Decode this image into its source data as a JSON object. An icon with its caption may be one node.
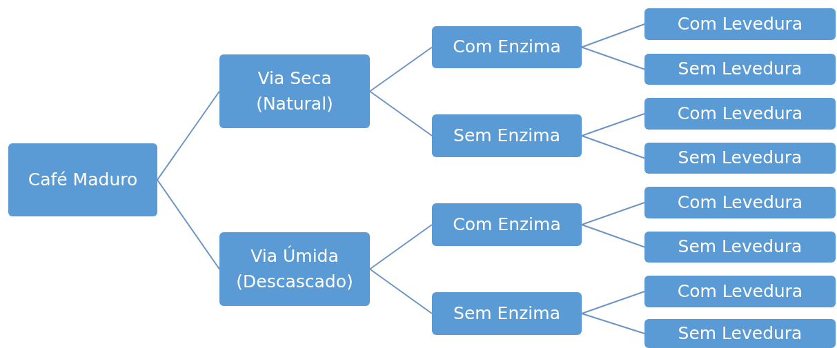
{
  "diagram": {
    "nodes": [
      {
        "text": [
          "Café Maduro"
        ]
      },
      {
        "text": [
          "Via Seca (Natural)"
        ]
      },
      {
        "text": [
          "Via Úmida (Descascado)"
        ]
      },
      {
        "text": [
          "Com Enzima"
        ]
      },
      {
        "text": [
          "Sem Enzima"
        ]
      },
      {
        "text": [
          "Com Enzima"
        ]
      },
      {
        "text": [
          "Sem Enzima"
        ]
      },
      {
        "text": [
          "Com Levedura"
        ]
      },
      {
        "text": [
          "Sem Levedura"
        ]
      },
      {
        "text": [
          "Com Levedura"
        ]
      },
      {
        "text": [
          "Sem Levedura"
        ]
      },
      {
        "text": [
          "Com Levedura"
        ]
      },
      {
        "text": [
          "Sem Levedura"
        ]
      },
      {
        "text": [
          "Com Levedura"
        ]
      },
      {
        "text": [
          "Sem Levedura"
        ]
      }
    ],
    "edges": [
      {
        "from": 0,
        "to": 1,
        "arrow": "none"
      },
      {
        "from": 0,
        "to": 2,
        "arrow": "none"
      },
      {
        "from": 1,
        "to": 3,
        "arrow": "none"
      },
      {
        "from": 1,
        "to": 4,
        "arrow": "none"
      },
      {
        "from": 2,
        "to": 5,
        "arrow": "none"
      },
      {
        "from": 2,
        "to": 6,
        "arrow": "none"
      },
      {
        "from": 3,
        "to": 7,
        "arrow": "none"
      },
      {
        "from": 3,
        "to": 8,
        "arrow": "none"
      },
      {
        "from": 4,
        "to": 9,
        "arrow": "none"
      },
      {
        "from": 4,
        "to": 10,
        "arrow": "none"
      },
      {
        "from": 5,
        "to": 11,
        "arrow": "none"
      },
      {
        "from": 5,
        "to": 12,
        "arrow": "none"
      },
      {
        "from": 6,
        "to": 13,
        "arrow": "none"
      },
      {
        "from": 6,
        "to": 14,
        "arrow": "none"
      }
    ]
  }
}
